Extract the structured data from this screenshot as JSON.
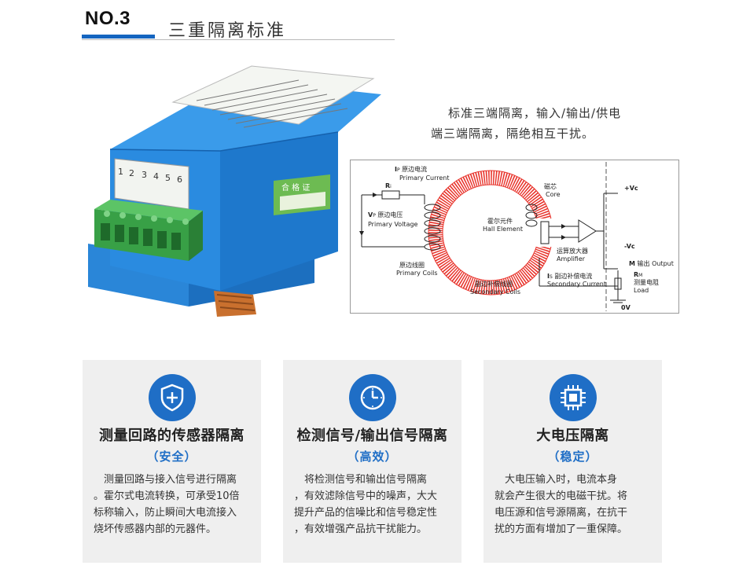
{
  "header": {
    "number": "NO.3",
    "title": "三重隔离标准"
  },
  "description": {
    "line1": "标准三端隔离，输入/输出/供电",
    "line2": "端三端隔离，隔绝相互干扰。"
  },
  "product": {
    "certificate_label": "合 格 证",
    "terminal_numbers": [
      "1",
      "2",
      "3",
      "4",
      "5",
      "6"
    ]
  },
  "diagram": {
    "ip_label": "I",
    "ip_sub": "P",
    "primary_current_cn": "原边电流",
    "primary_current_en": "Primary Current",
    "ri_label": "R",
    "ri_sub": "i",
    "vp_label": "V",
    "vp_sub": "P",
    "primary_voltage_cn": "原边电压",
    "primary_voltage_en": "Primary Voltage",
    "core_cn": "磁芯",
    "core_en": "Core",
    "hall_cn": "霍尔元件",
    "hall_en": "Hall Element",
    "amp_cn": "运算放大器",
    "amp_en": "Amplifier",
    "vcc_pos": "+Vc",
    "vcc_neg": "-Vc",
    "output_m": "M",
    "output_cn": "输出",
    "output_en": "Output",
    "rm_label": "R",
    "rm_sub": "M",
    "load_cn": "测量电阻",
    "load_en": "Load",
    "is_label": "I",
    "is_sub": "S",
    "secondary_current_cn": "副边补偿电流",
    "secondary_current_en": "Secondary Current",
    "primary_coils_cn": "原边线圈",
    "primary_coils_en": "Primary Coils",
    "secondary_coils_cn": "副边补偿线圈",
    "secondary_coils_en": "Secondary Coils",
    "zero_v": "0V"
  },
  "cards": [
    {
      "title": "测量回路的传感器隔离",
      "subtitle": "（安全）",
      "icon": "shield-plus-icon",
      "lines": [
        "　测量回路与接入信号进行隔离",
        "。霍尔式电流转换，可承受10倍",
        "标称输入，防止瞬间大电流接入",
        "烧坏传感器内部的元器件。"
      ]
    },
    {
      "title": "检测信号/输出信号隔离",
      "subtitle": "（高效）",
      "icon": "clock-icon",
      "lines": [
        "　将检测信号和输出信号隔离",
        "，有效滤除信号中的噪声，大大",
        "提升产品的信噪比和信号稳定性",
        "，有效增强产品抗干扰能力。"
      ]
    },
    {
      "title": "大电压隔离",
      "subtitle": "（稳定）",
      "icon": "chip-icon",
      "lines": [
        "　大电压输入时，电流本身",
        "就会产生很大的电磁干扰。将",
        "电压源和信号源隔离，在抗干",
        "扰的方面有增加了一重保障。"
      ]
    }
  ],
  "colors": {
    "accent": "#1f6ec6",
    "card_bg": "#efefef",
    "product_blue": "#2d8fe0",
    "terminal_green": "#3aa845",
    "ring_red": "#e8342c"
  }
}
